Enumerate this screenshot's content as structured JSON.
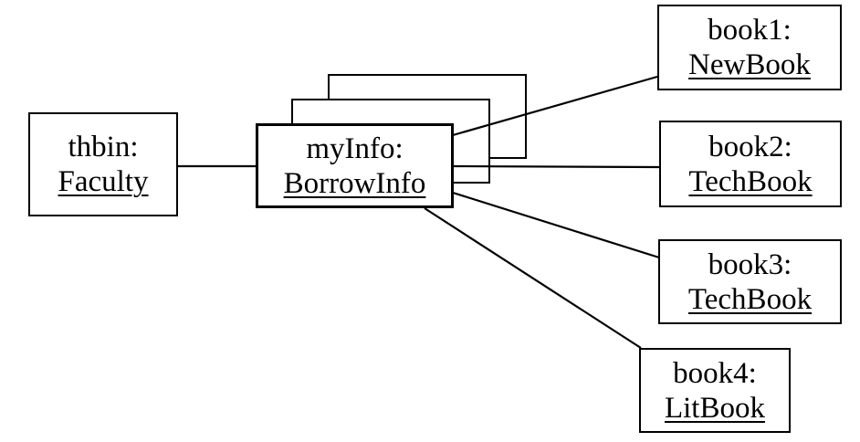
{
  "diagram": {
    "type": "uml-object-diagram",
    "colors": {
      "background": "#ffffff",
      "stroke": "#000000",
      "text": "#000000"
    },
    "nodes": {
      "thbin": {
        "name": "thbin:",
        "type": "Faculty"
      },
      "myinfo": {
        "name": "myInfo:",
        "type": "BorrowInfo",
        "stacked_instances": 3
      },
      "book1": {
        "name": "book1:",
        "type": "NewBook"
      },
      "book2": {
        "name": "book2:",
        "type": "TechBook"
      },
      "book3": {
        "name": "book3:",
        "type": "TechBook"
      },
      "book4": {
        "name": "book4:",
        "type": "LitBook"
      }
    },
    "links": [
      {
        "from": "thbin",
        "to": "myinfo",
        "points": [
          195,
          182,
          281,
          182
        ]
      },
      {
        "from": "myinfo",
        "to": "book1",
        "points": [
          496,
          148,
          720,
          84
        ]
      },
      {
        "from": "myinfo",
        "to": "book2",
        "points": [
          496,
          182,
          722,
          183
        ]
      },
      {
        "from": "myinfo",
        "to": "book3",
        "points": [
          496,
          211,
          722,
          282
        ]
      },
      {
        "from": "myinfo",
        "to": "book4",
        "points": [
          465,
          228,
          702,
          381
        ]
      }
    ]
  }
}
